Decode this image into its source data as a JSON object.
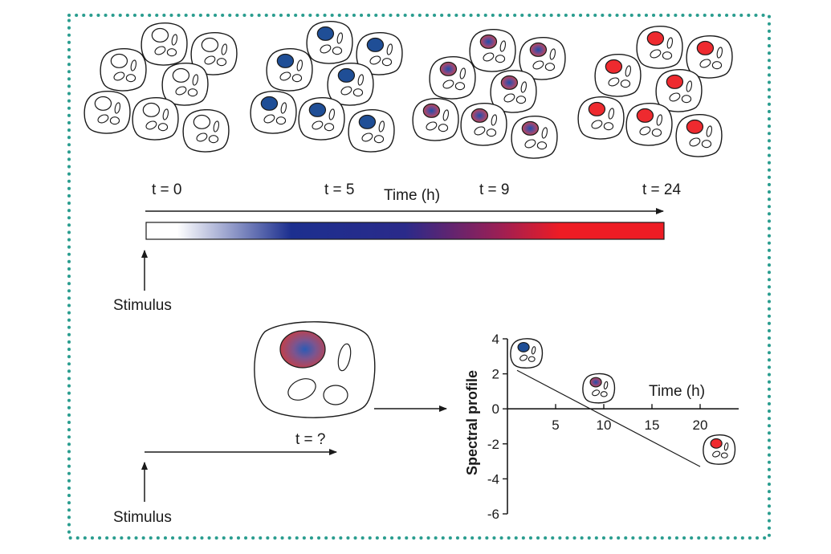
{
  "timeline": {
    "time_points": [
      "t = 0",
      "t = 5",
      "t = 9",
      "t = 24"
    ],
    "axis_label": "Time (h)",
    "stimulus_label": "Stimulus",
    "gradient_colors": [
      "#ffffff",
      "#1c2f8f",
      "#ee1c24"
    ]
  },
  "lower": {
    "question_label": "t = ?",
    "stimulus_label": "Stimulus"
  },
  "colors": {
    "border": "#2a9d8f",
    "blue_nucleus": "#1f4e96",
    "red_nucleus": "#ee2a2f",
    "mixed_nucleus": "#b04b5d"
  },
  "chart_data": {
    "type": "line",
    "xlabel": "Time (h)",
    "ylabel": "Spectral profile",
    "xlim": [
      0,
      24
    ],
    "ylim": [
      -6,
      4
    ],
    "xticks": [
      5,
      10,
      15,
      20
    ],
    "yticks": [
      4,
      2,
      0,
      -2,
      -4,
      -6
    ],
    "series": [
      {
        "values": [
          {
            "x": 1,
            "y": 2.2
          },
          {
            "x": 20,
            "y": -3.3
          }
        ]
      }
    ],
    "markers": [
      {
        "x": 2,
        "y": 3.2,
        "state": "blue"
      },
      {
        "x": 9.5,
        "y": 1.2,
        "state": "mixed"
      },
      {
        "x": 22,
        "y": -2.3,
        "state": "red"
      }
    ]
  }
}
